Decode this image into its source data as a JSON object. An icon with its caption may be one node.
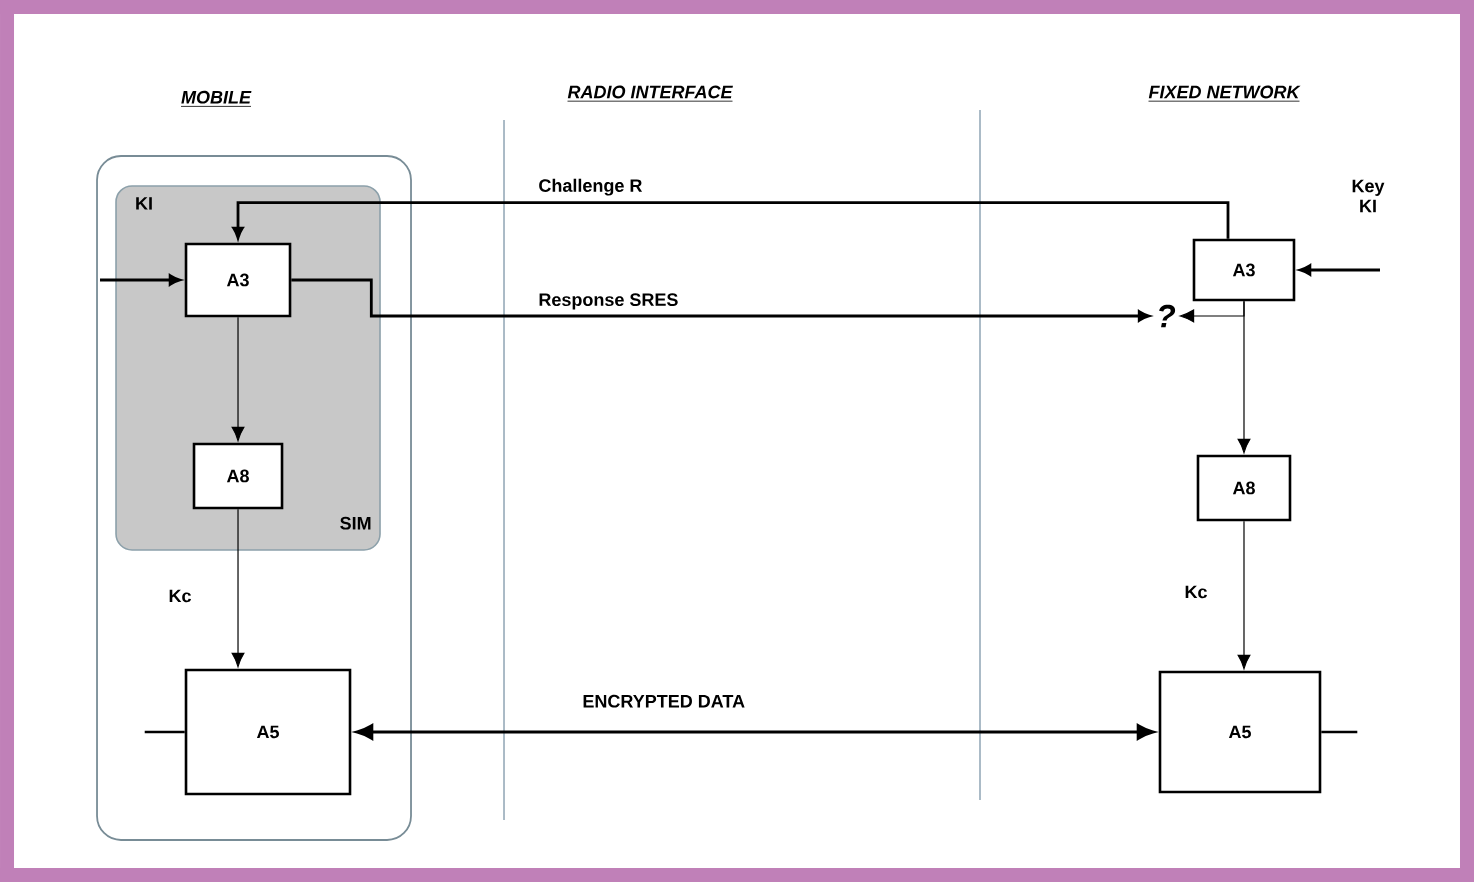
{
  "diagram": {
    "nodes": [
      {
        "text": [
          "MOBILE"
        ]
      },
      {
        "text": [
          "SIM"
        ],
        "in": 0
      },
      {
        "text": [
          "A3"
        ],
        "in": 1
      },
      {
        "text": [
          "A8"
        ],
        "in": 1
      },
      {
        "text": [
          "A5"
        ],
        "in": 0
      },
      {
        "text": [
          "A3"
        ]
      },
      {
        "text": [
          "?"
        ]
      },
      {
        "text": [
          "A8"
        ]
      },
      {
        "text": [
          "A5"
        ]
      }
    ],
    "edges": [
      {
        "from": null,
        "to": 2,
        "arrow": "to",
        "label": "KI"
      },
      {
        "from": 5,
        "to": 2,
        "arrow": "to",
        "label": "Challenge R"
      },
      {
        "from": 2,
        "to": 6,
        "arrow": "to",
        "label": "Response SRES"
      },
      {
        "from": 5,
        "to": 6,
        "arrow": "to"
      },
      {
        "from": 2,
        "to": 3,
        "arrow": "to"
      },
      {
        "from": 3,
        "to": 4,
        "arrow": "to",
        "label": "Kc"
      },
      {
        "from": null,
        "to": 5,
        "arrow": "to",
        "label": "Key KI"
      },
      {
        "from": 5,
        "to": 7,
        "arrow": "to"
      },
      {
        "from": 7,
        "to": 8,
        "arrow": "to",
        "label": "Kc"
      },
      {
        "from": 4,
        "to": 8,
        "arrow": "both",
        "label": "ENCRYPTED DATA"
      }
    ],
    "labels": [
      "RADIO INTERFACE",
      "FIXED NETWORK"
    ]
  }
}
